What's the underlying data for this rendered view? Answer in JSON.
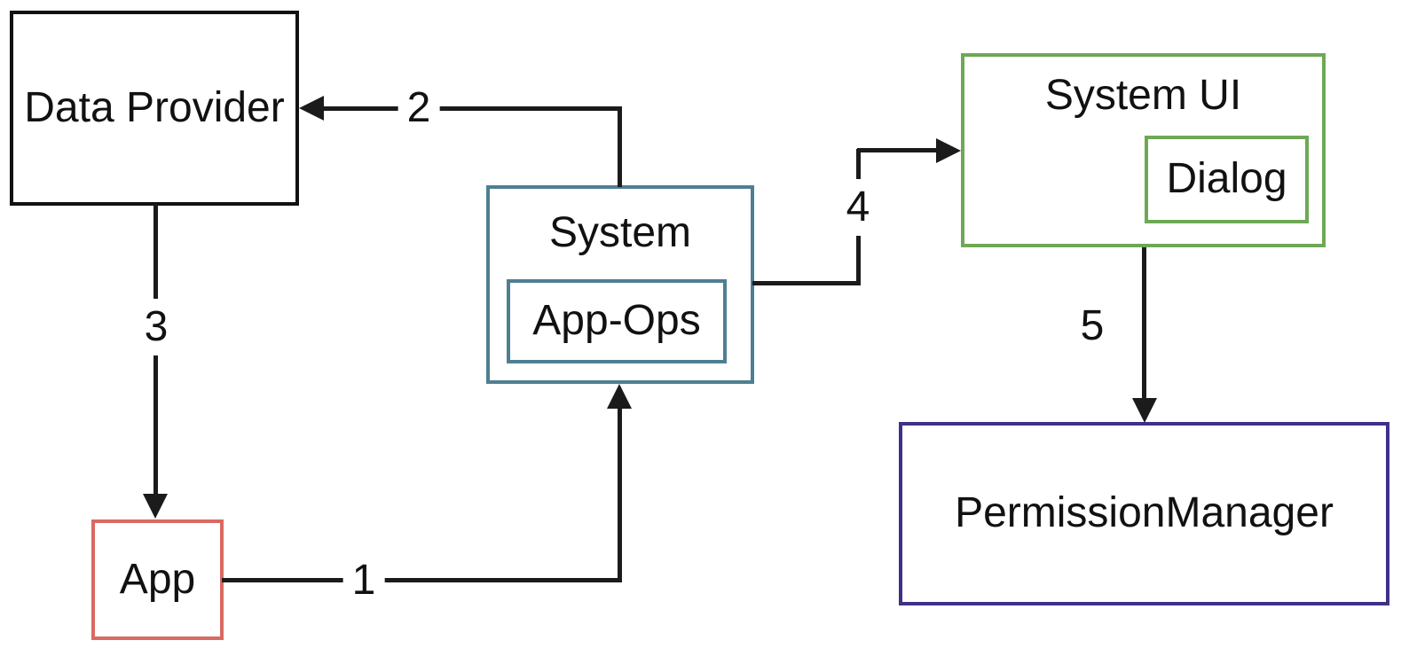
{
  "diagram": {
    "type": "flow-diagram",
    "background": "#ffffff",
    "nodes": {
      "data_provider": {
        "label": "Data Provider",
        "border_color": "#111111"
      },
      "app": {
        "label": "App",
        "border_color": "#d96a62"
      },
      "system": {
        "label": "System",
        "border_color": "#4e7f91"
      },
      "app_ops": {
        "label": "App-Ops",
        "border_color": "#4e7f91",
        "parent": "system"
      },
      "system_ui": {
        "label": "System UI",
        "border_color": "#6ea855"
      },
      "dialog": {
        "label": "Dialog",
        "border_color": "#6ea855",
        "parent": "system_ui"
      },
      "permission_manager": {
        "label": "PermissionManager",
        "border_color": "#3d3189"
      }
    },
    "edges": {
      "e1": {
        "label": "1",
        "from": "app",
        "to": "system"
      },
      "e2": {
        "label": "2",
        "from": "system",
        "to": "data_provider"
      },
      "e3": {
        "label": "3",
        "from": "data_provider",
        "to": "app"
      },
      "e4": {
        "label": "4",
        "from": "system",
        "to": "system_ui"
      },
      "e5": {
        "label": "5",
        "from": "system_ui",
        "to": "permission_manager"
      }
    },
    "colors": {
      "arrow": "#1b1b1b",
      "black_box": "#111111",
      "teal": "#4e7f91",
      "green": "#6ea855",
      "red": "#d96a62",
      "purple": "#3d3189"
    }
  }
}
